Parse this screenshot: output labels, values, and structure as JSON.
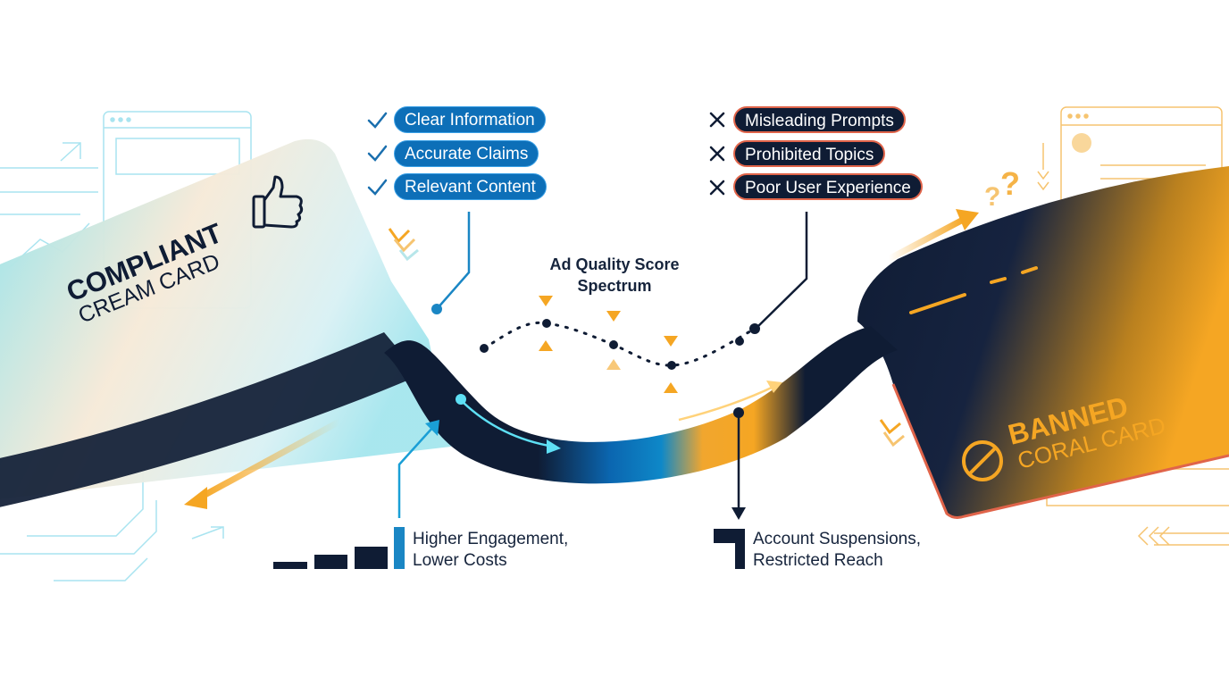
{
  "good_items": [
    "Clear Information",
    "Accurate Claims",
    "Relevant Content"
  ],
  "bad_items": [
    "Misleading Prompts",
    "Prohibited Topics",
    "Poor User Experience"
  ],
  "spectrum_title": [
    "Ad Quality Score",
    "Spectrum"
  ],
  "good_outcome": [
    "Higher Engagement,",
    "Lower Costs"
  ],
  "bad_outcome": [
    "Account Suspensions,",
    "Restricted Reach"
  ],
  "compliant_card": {
    "line1": "COMPLIANT",
    "line2": "CREAM CARD"
  },
  "banned_card": {
    "line1": "BANNED",
    "line2": "CORAL CARD"
  },
  "icons": {
    "good_marker": "check-icon",
    "bad_marker": "x-icon",
    "compliant": "thumbs-up-icon",
    "banned": "prohibited-icon"
  },
  "colors": {
    "navy": "#0f1c34",
    "blue": "#0d6fb8",
    "cyan": "#8ee4ee",
    "orange": "#f5a623",
    "coral": "#e0644a"
  }
}
